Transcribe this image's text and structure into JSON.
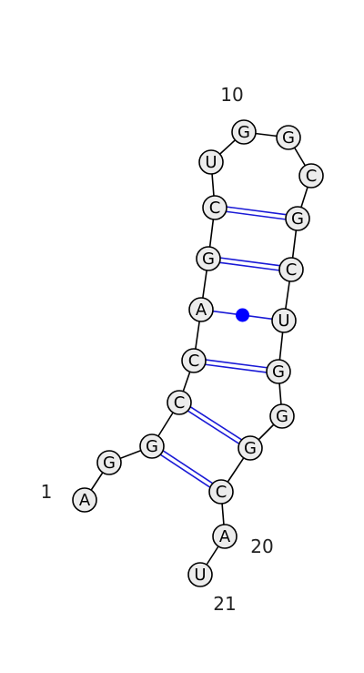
{
  "sequence": [
    "A",
    "G",
    "G",
    "C",
    "C",
    "A",
    "G",
    "C",
    "U",
    "G",
    "G",
    "C",
    "G",
    "C",
    "U",
    "G",
    "G",
    "G",
    "C",
    "A",
    "U"
  ],
  "position_labels": [
    {
      "index": 1,
      "text": "1"
    },
    {
      "index": 10,
      "text": "10"
    },
    {
      "index": 20,
      "text": "20"
    },
    {
      "index": 21,
      "text": "21"
    }
  ],
  "base_pairs": [
    {
      "i": 3,
      "j": 19,
      "type": "canonical"
    },
    {
      "i": 4,
      "j": 18,
      "type": "canonical"
    },
    {
      "i": 5,
      "j": 16,
      "type": "canonical"
    },
    {
      "i": 6,
      "j": 15,
      "type": "wobble"
    },
    {
      "i": 7,
      "j": 14,
      "type": "canonical"
    },
    {
      "i": 8,
      "j": 13,
      "type": "canonical"
    }
  ],
  "colors": {
    "pair": "#1a1ad6",
    "wobble_dot": "#0000ff",
    "nucleotide_fill": "#ececec",
    "backbone": "#000000"
  }
}
